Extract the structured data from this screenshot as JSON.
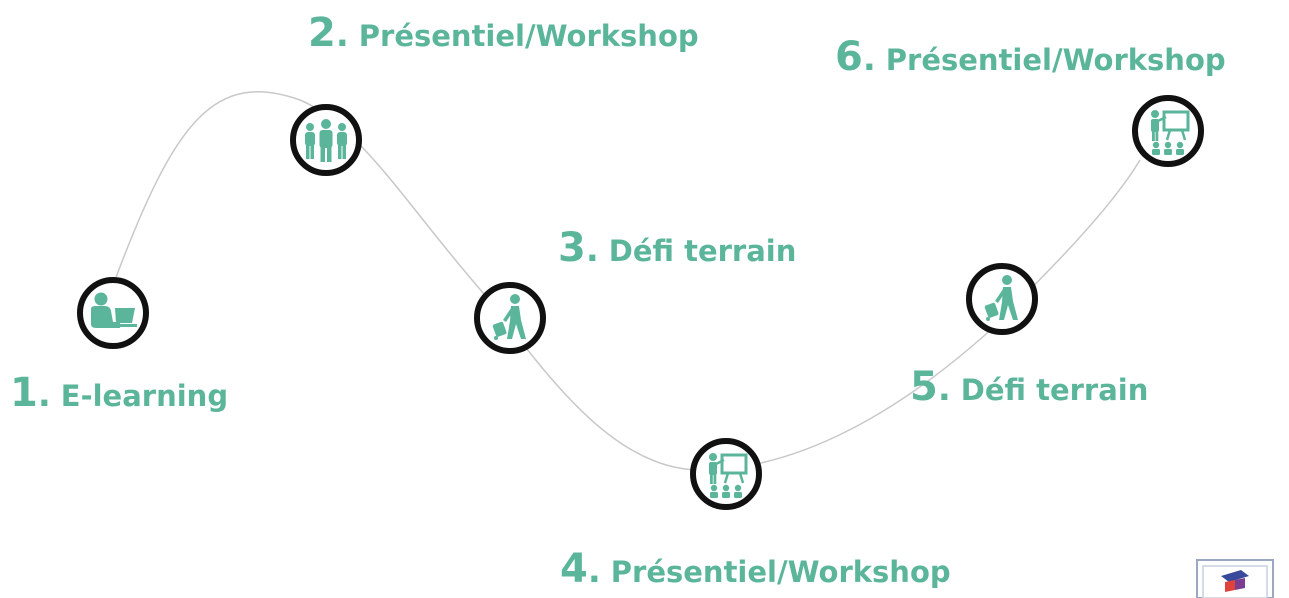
{
  "accent_color": "#5bb59a",
  "path_color": "#c8c8c8",
  "stages": [
    {
      "number": "1",
      "label": "E-learning",
      "icon": "elearning-laptop-icon"
    },
    {
      "number": "2",
      "label": "Présentiel/Workshop",
      "icon": "group-people-icon"
    },
    {
      "number": "3",
      "label": "Défi terrain",
      "icon": "walking-person-icon"
    },
    {
      "number": "4",
      "label": "Présentiel/Workshop",
      "icon": "presentation-board-icon"
    },
    {
      "number": "5",
      "label": "Défi terrain",
      "icon": "walking-person-icon"
    },
    {
      "number": "6",
      "label": "Présentiel/Workshop",
      "icon": "presentation-board-icon"
    }
  ],
  "logo": {
    "icon": "shield-logo-icon"
  }
}
